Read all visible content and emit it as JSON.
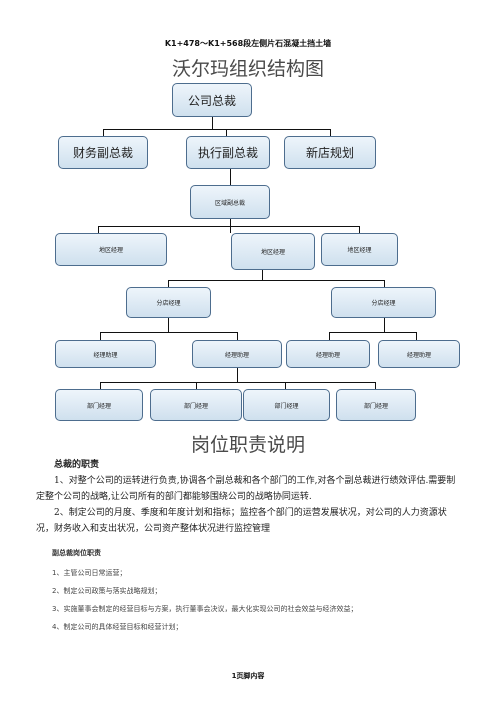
{
  "header": "K1+478～K1+568段左侧片石混凝土挡土墙",
  "chart_title": "沃尔玛组织结构图",
  "org": {
    "ceo": "公司总裁",
    "vp_finance": "财务副总裁",
    "vp_exec": "执行副总裁",
    "new_store": "新店规划",
    "regional_vp": "区域副总裁",
    "district_managers": [
      "地区经理",
      "地区经理",
      "地区经理"
    ],
    "store_managers": [
      "分店经理",
      "分店经理"
    ],
    "assistant_managers": [
      "经理助理",
      "经理助理",
      "经理助理",
      "经理助理"
    ],
    "department_managers": [
      "部门经理",
      "部门经理",
      "部门经理",
      "部门经理"
    ]
  },
  "duty_title": "岗位职责说明",
  "president_section": {
    "heading": "总裁的职责",
    "p1": "1、对整个公司的运转进行负责,协调各个副总裁和各个部门的工作,对各个副总裁进行绩效评估.需要制定整个公司的战略,让公司所有的部门都能够围绕公司的战略协同运转.",
    "p2": "2、制定公司的月度、季度和年度计划和指标；监控各个部门的运营发展状况，对公司的人力资源状况，财务收入和支出状况，公司资产整体状况进行监控管理"
  },
  "vp_section": {
    "heading": "副总裁岗位职责",
    "items": [
      "1、主管公司日常运营；",
      "2、制定公司政策与落实战略规划；",
      "3、实施董事会制定的经营目标与方案，执行董事会决议，最大化实现公司的社会效益与经济效益；",
      "4、制定公司的具体经营目标和经营计划；"
    ]
  },
  "footer": "1页脚内容"
}
